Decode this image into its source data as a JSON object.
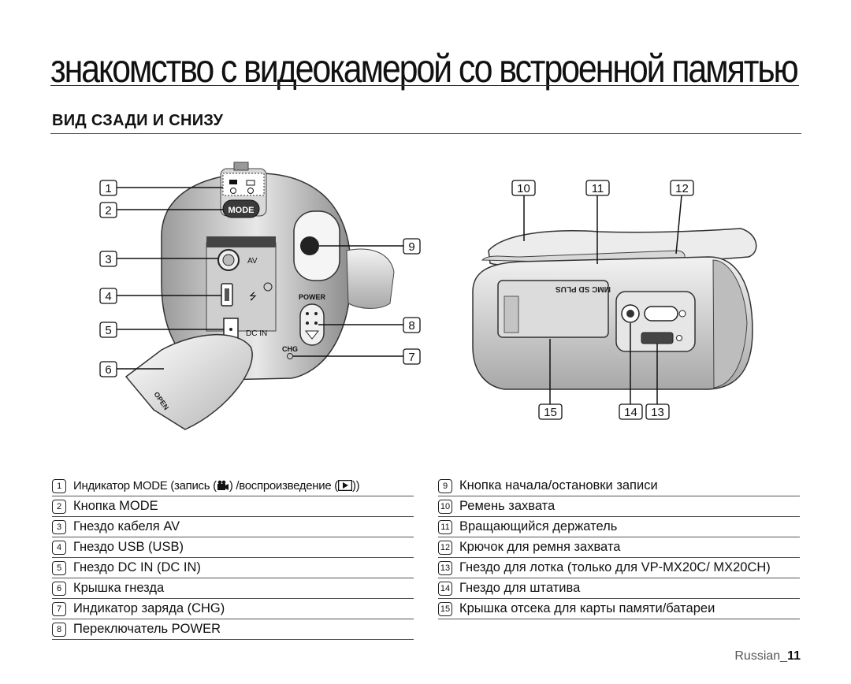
{
  "title": "знакомство с видеокамерой со встроенной памятью",
  "section": "ВИД СЗАДИ И СНИЗУ",
  "figure": {
    "callouts": [
      "1",
      "2",
      "3",
      "4",
      "5",
      "6",
      "7",
      "8",
      "9",
      "10",
      "11",
      "12",
      "13",
      "14",
      "15"
    ],
    "labels": {
      "mode": "MODE",
      "av": "AV",
      "power": "POWER",
      "dcin": "DC IN",
      "chg": "CHG",
      "open": "OPEN",
      "card": "MMC SD PLUS"
    }
  },
  "legend_left": [
    {
      "n": "1",
      "text": "Индикатор MODE (запись (",
      "icon1": "camcorder-icon",
      "mid": ") /воспроизведение (",
      "icon2": "play-icon",
      "end": "))"
    },
    {
      "n": "2",
      "text": "Кнопка MODE"
    },
    {
      "n": "3",
      "text": "Гнездо кабеля AV"
    },
    {
      "n": "4",
      "text": "Гнездо USB (USB)"
    },
    {
      "n": "5",
      "text": "Гнездо DC IN (DC IN)"
    },
    {
      "n": "6",
      "text": "Крышка гнезда"
    },
    {
      "n": "7",
      "text": "Индикатор заряда (CHG)"
    },
    {
      "n": "8",
      "text": "Переключатель POWER"
    }
  ],
  "legend_right": [
    {
      "n": "9",
      "text": "Кнопка начала/остановки записи"
    },
    {
      "n": "10",
      "text": "Ремень захвата"
    },
    {
      "n": "11",
      "text": "Вращающийся держатель"
    },
    {
      "n": "12",
      "text": "Крючок для ремня захвата"
    },
    {
      "n": "13",
      "text": "Гнездо для лотка (только для VP-MX20C/ MX20CH)"
    },
    {
      "n": "14",
      "text": "Гнездо для штатива"
    },
    {
      "n": "15",
      "text": "Крышка отсека для карты памяти/батареи"
    }
  ],
  "footer": {
    "lang": "Russian_",
    "page": "11"
  }
}
